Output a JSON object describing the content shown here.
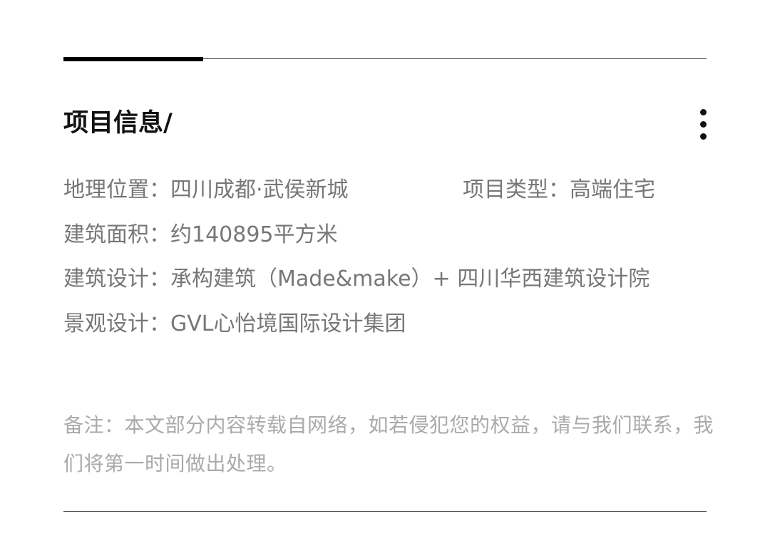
{
  "section": {
    "title": "项目信息/"
  },
  "info": {
    "location": {
      "label": "地理位置：",
      "value": "四川成都·武侯新城"
    },
    "type": {
      "label": "项目类型：",
      "value": "高端住宅"
    },
    "area": {
      "label": "建筑面积：",
      "value": "约140895平方米"
    },
    "architecture": {
      "label": "建筑设计：",
      "value": "承构建筑（Made&make）+ 四川华西建筑设计院"
    },
    "landscape": {
      "label": "景观设计：",
      "value": "GVL心怡境国际设计集团"
    }
  },
  "note": {
    "text": "备注：本文部分内容转载自网络，如若侵犯您的权益，请与我们联系，我们将第一时间做出处理。"
  },
  "icons": {
    "more": "more-vertical-icon"
  },
  "colors": {
    "title": "#111111",
    "info_text": "#777777",
    "note_text": "#aaaaaa",
    "rule": "#333333",
    "accent": "#000000"
  }
}
